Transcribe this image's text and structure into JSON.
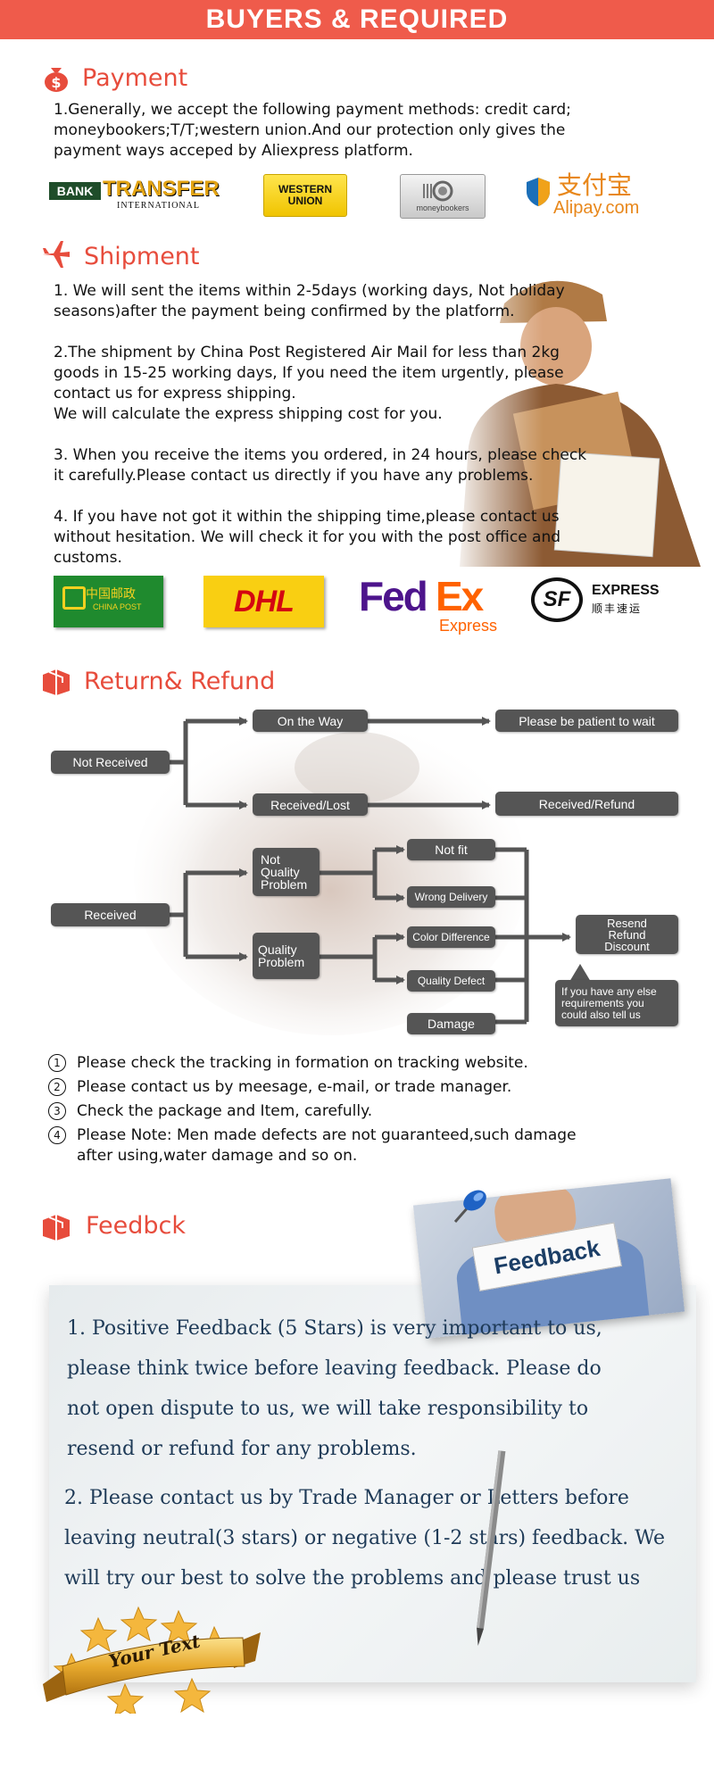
{
  "banner": {
    "title": "BUYERS & REQUIRED"
  },
  "payment": {
    "title": "Payment",
    "lines": [
      "1.Generally, we accept the following payment methods: credit card;",
      "moneybookers;T/T;western union.And our protection only gives the",
      "payment ways acceped by Aliexpress platform."
    ],
    "logos": {
      "bank_transfer": {
        "bank": "BANK",
        "transfer": "TRANSFER",
        "intl": "INTERNATIONAL"
      },
      "western_union": {
        "line1": "WESTERN",
        "line2": "UNION"
      },
      "moneybookers": {
        "label": "moneybookers"
      },
      "alipay": {
        "cn": "支付宝",
        "en": "Alipay.com"
      }
    }
  },
  "shipment": {
    "title": "Shipment",
    "paragraphs": [
      [
        "1. We will sent the items within 2-5days (working days, Not holiday",
        "seasons)after the payment being confirmed by the platform."
      ],
      [
        "2.The shipment by China Post Registered Air Mail for less than  2kg",
        "goods in 15-25 working days, If  you need the item urgently, please",
        "contact us for express shipping.",
        "We will calculate the express shipping cost for you."
      ],
      [
        "3. When you receive the items you ordered, in 24 hours, please check",
        " it carefully.Please contact us directly if you have any problems."
      ],
      [
        "4. If you have not got it within the shipping time,please contact us",
        "without hesitation. We will check it for you with the post office and",
        "customs."
      ]
    ],
    "logos": {
      "china_post": {
        "cn": "中国邮政",
        "en": "CHINA POST"
      },
      "dhl": {
        "label": "DHL"
      },
      "fedex": {
        "fed": "Fed",
        "ex": "Ex",
        "sub": "Express"
      },
      "sf": {
        "mark": "SF",
        "en": "EXPRESS",
        "cn": "顺丰速运"
      }
    }
  },
  "refund": {
    "title": "Return& Refund",
    "nodes": {
      "not_received": "Not Received",
      "on_the_way": "On the Way",
      "be_patient": "Please be patient to wait",
      "received_lost": "Received/Lost",
      "received_refund": "Received/Refund",
      "received": "Received",
      "not_quality_1": "Not",
      "not_quality_2": "Quality",
      "not_quality_3": "Problem",
      "quality_1": "Quality",
      "quality_2": "Problem",
      "not_fit": "Not fit",
      "wrong_delivery": "Wrong Delivery",
      "color_difference": "Color Difference",
      "quality_defect": "Quality Defect",
      "damage": "Damage",
      "resend_1": "Resend",
      "resend_2": "Refund",
      "resend_3": "Discount",
      "else_1": "If you have any else",
      "else_2": "requirements you",
      "else_3": "could also tell us"
    },
    "notes": [
      {
        "num": "1",
        "text": "Please check the tracking in formation on tracking website."
      },
      {
        "num": "2",
        "text": "Please contact us by meesage, e-mail, or trade manager."
      },
      {
        "num": "3",
        "text": "Check the package and Item, carefully."
      },
      {
        "num": "4",
        "text": "Please Note: Men made defects  are not guaranteed,such damage",
        "text2": "after using,water damage and so on."
      }
    ]
  },
  "feedback": {
    "title": "Feedbck",
    "sign": "Feedback",
    "p1": [
      "1. Positive Feedback (5 Stars) is very important to us,",
      "please think twice before leaving feedback. Please do",
      "not open dispute to us,   we will take responsibility to",
      "resend or refund for any problems."
    ],
    "p2": [
      "2. Please contact us by Trade Manager or Letters before",
      "leaving neutral(3 stars) or negative (1-2 stars) feedback. We",
      "will try our best to solve the problems and please trust us"
    ],
    "ribbon": "Your Text"
  },
  "colors": {
    "accent": "#ef5b4b",
    "title_red": "#e74c3c",
    "node_gray": "#555555"
  }
}
